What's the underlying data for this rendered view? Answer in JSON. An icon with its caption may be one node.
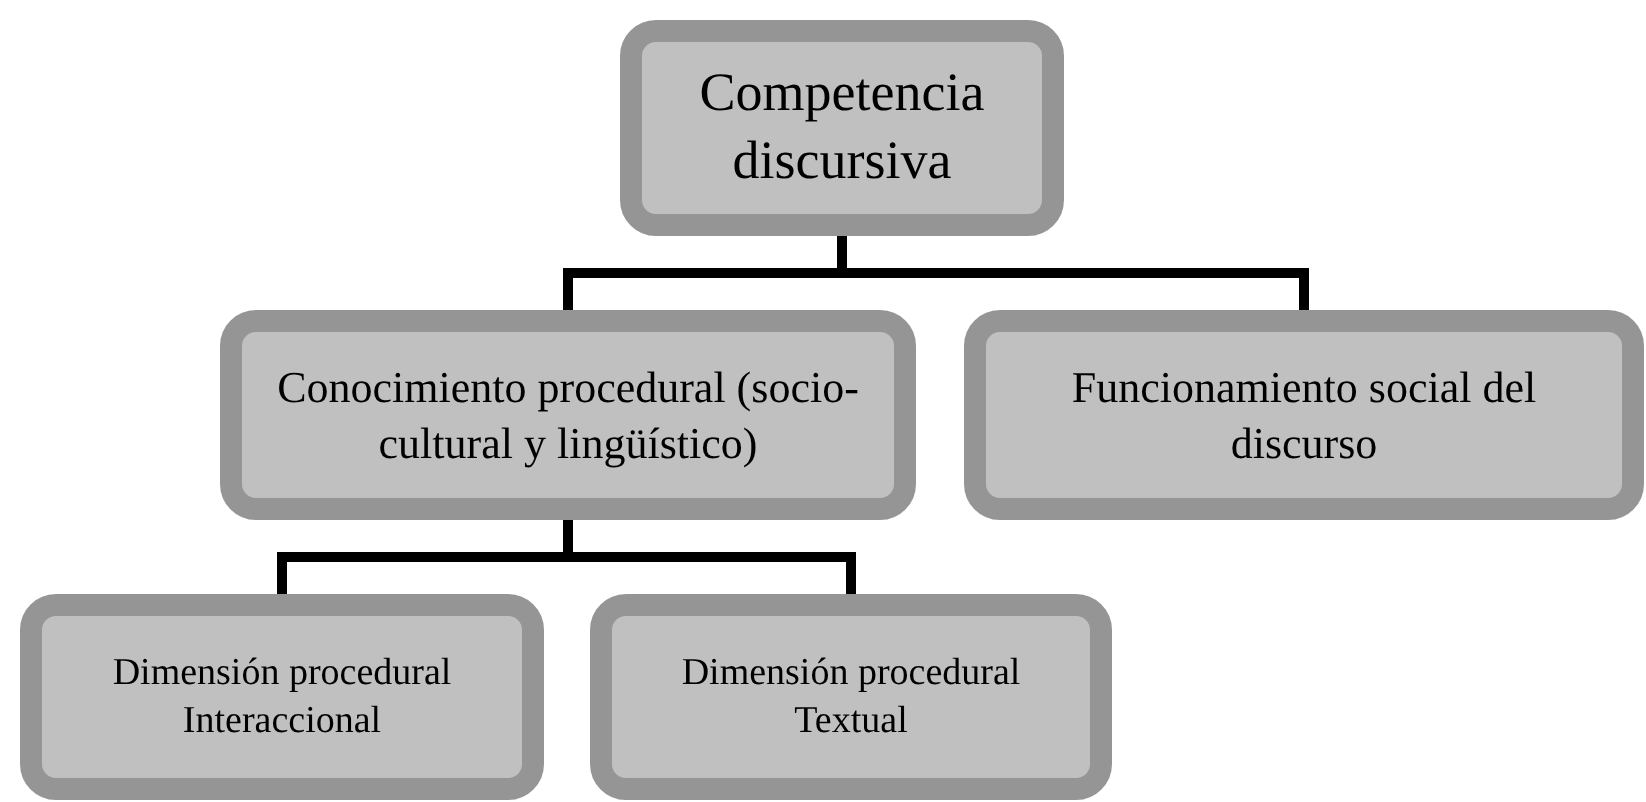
{
  "diagram": {
    "nodes": [
      {
        "text": [
          "Competencia discursiva"
        ]
      },
      {
        "text": [
          "Conocimiento procedural (socio-cultural y lingüístico)"
        ]
      },
      {
        "text": [
          "Funcionamiento social del discurso"
        ]
      },
      {
        "text": [
          "Dimensión procedural Interaccional"
        ]
      },
      {
        "text": [
          "Dimensión procedural Textual"
        ]
      }
    ],
    "edges": [
      {
        "from": 0,
        "to": 1,
        "arrow": "none"
      },
      {
        "from": 0,
        "to": 2,
        "arrow": "none"
      },
      {
        "from": 1,
        "to": 3,
        "arrow": "none"
      },
      {
        "from": 1,
        "to": 4,
        "arrow": "none"
      }
    ]
  }
}
